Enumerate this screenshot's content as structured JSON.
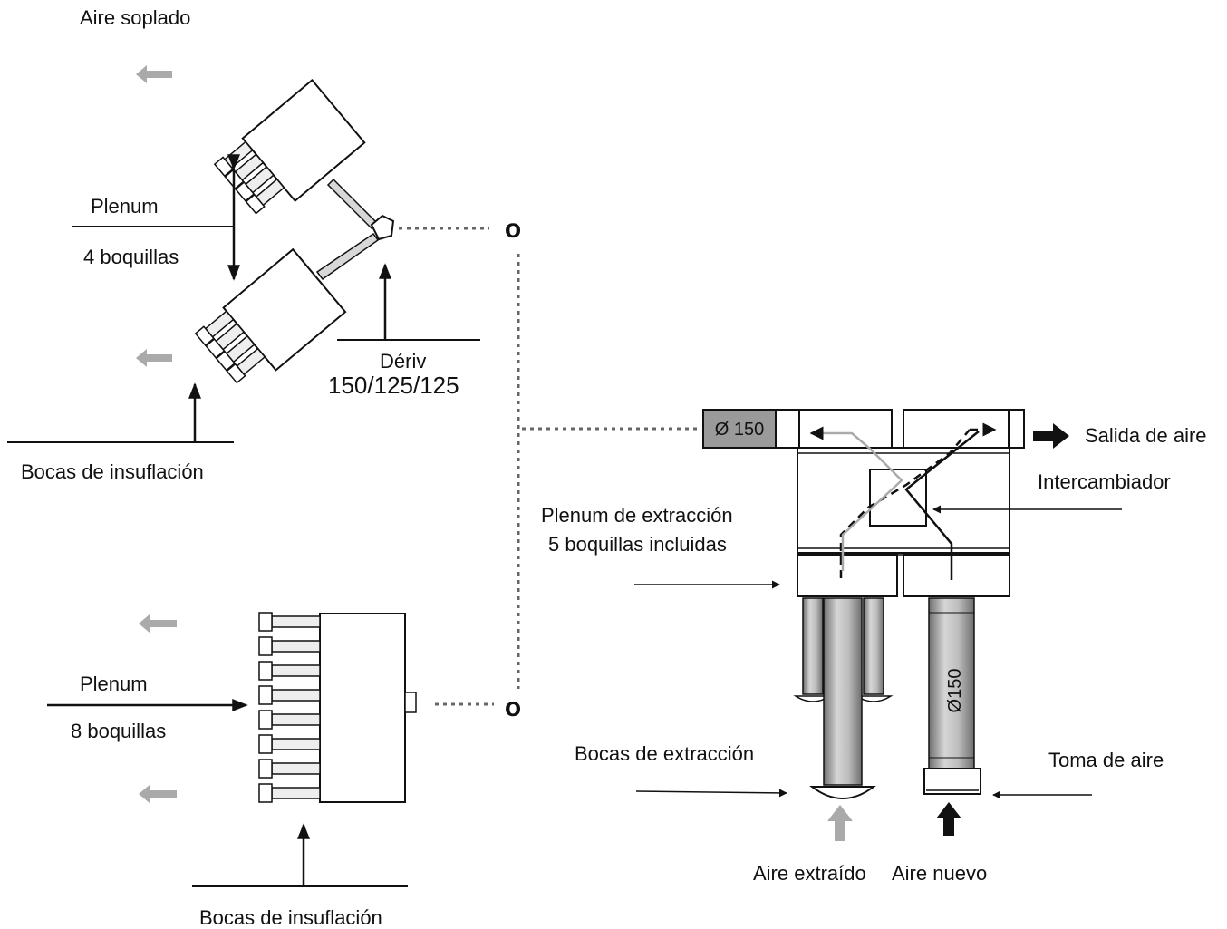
{
  "labels": {
    "aire_soplado": "Aire soplado",
    "plenum_top": "Plenum",
    "boquillas_4": "4 boquillas",
    "deriv_title": "Dériv",
    "deriv_size": "150/125/125",
    "bocas_insuflacion_top": "Bocas de insuflación",
    "plenum_bottom": "Plenum",
    "boquillas_8": "8 boquillas",
    "bocas_insuflacion_bottom": "Bocas de insuflación",
    "plenum_extraccion_line1": "Plenum de extracción",
    "plenum_extraccion_line2": "5 boquillas incluidas",
    "salida_de_aire": "Salida de aire",
    "intercambiador": "Intercambiador",
    "bocas_de_extraccion": "Bocas de extracción",
    "toma_de_aire": "Toma de aire",
    "aire_extraido": "Aire extraído",
    "aire_nuevo": "Aire nuevo",
    "duct_top": "Ø 150",
    "duct_vertical": "Ø150",
    "connector_top": "o",
    "connector_bottom": "o"
  },
  "colors": {
    "line": "#111111",
    "grey_arrow": "#aaaaaa",
    "dotted": "#666666",
    "pipe": "#a8a8a8",
    "duct_fill": "#9a9a9a"
  }
}
